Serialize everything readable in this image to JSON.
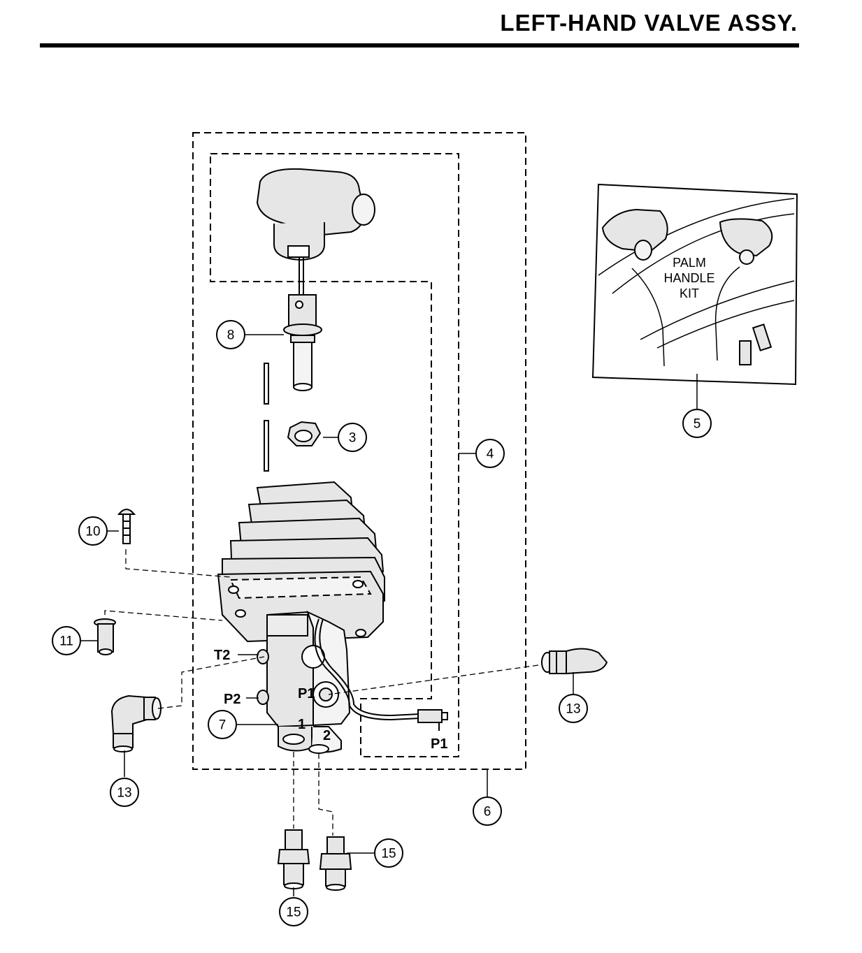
{
  "title": "LEFT-HAND VALVE ASSY.",
  "palm_handle_kit": {
    "line1": "PALM",
    "line2": "HANDLE",
    "line3": "KIT"
  },
  "callouts": {
    "c3": "3",
    "c4": "4",
    "c5": "5",
    "c6": "6",
    "c7": "7",
    "c8": "8",
    "c10": "10",
    "c11": "11",
    "c13a": "13",
    "c13b": "13",
    "c15a": "15",
    "c15b": "15"
  },
  "ports": {
    "t2": "T2",
    "p2": "P2",
    "p1": "P1",
    "p1_connector": "P1",
    "port1": "1",
    "port2": "2"
  },
  "colors": {
    "ink": "#000000",
    "background": "#ffffff",
    "part_fill": "#e6e6e6",
    "part_fill_light": "#f4f4f4"
  }
}
